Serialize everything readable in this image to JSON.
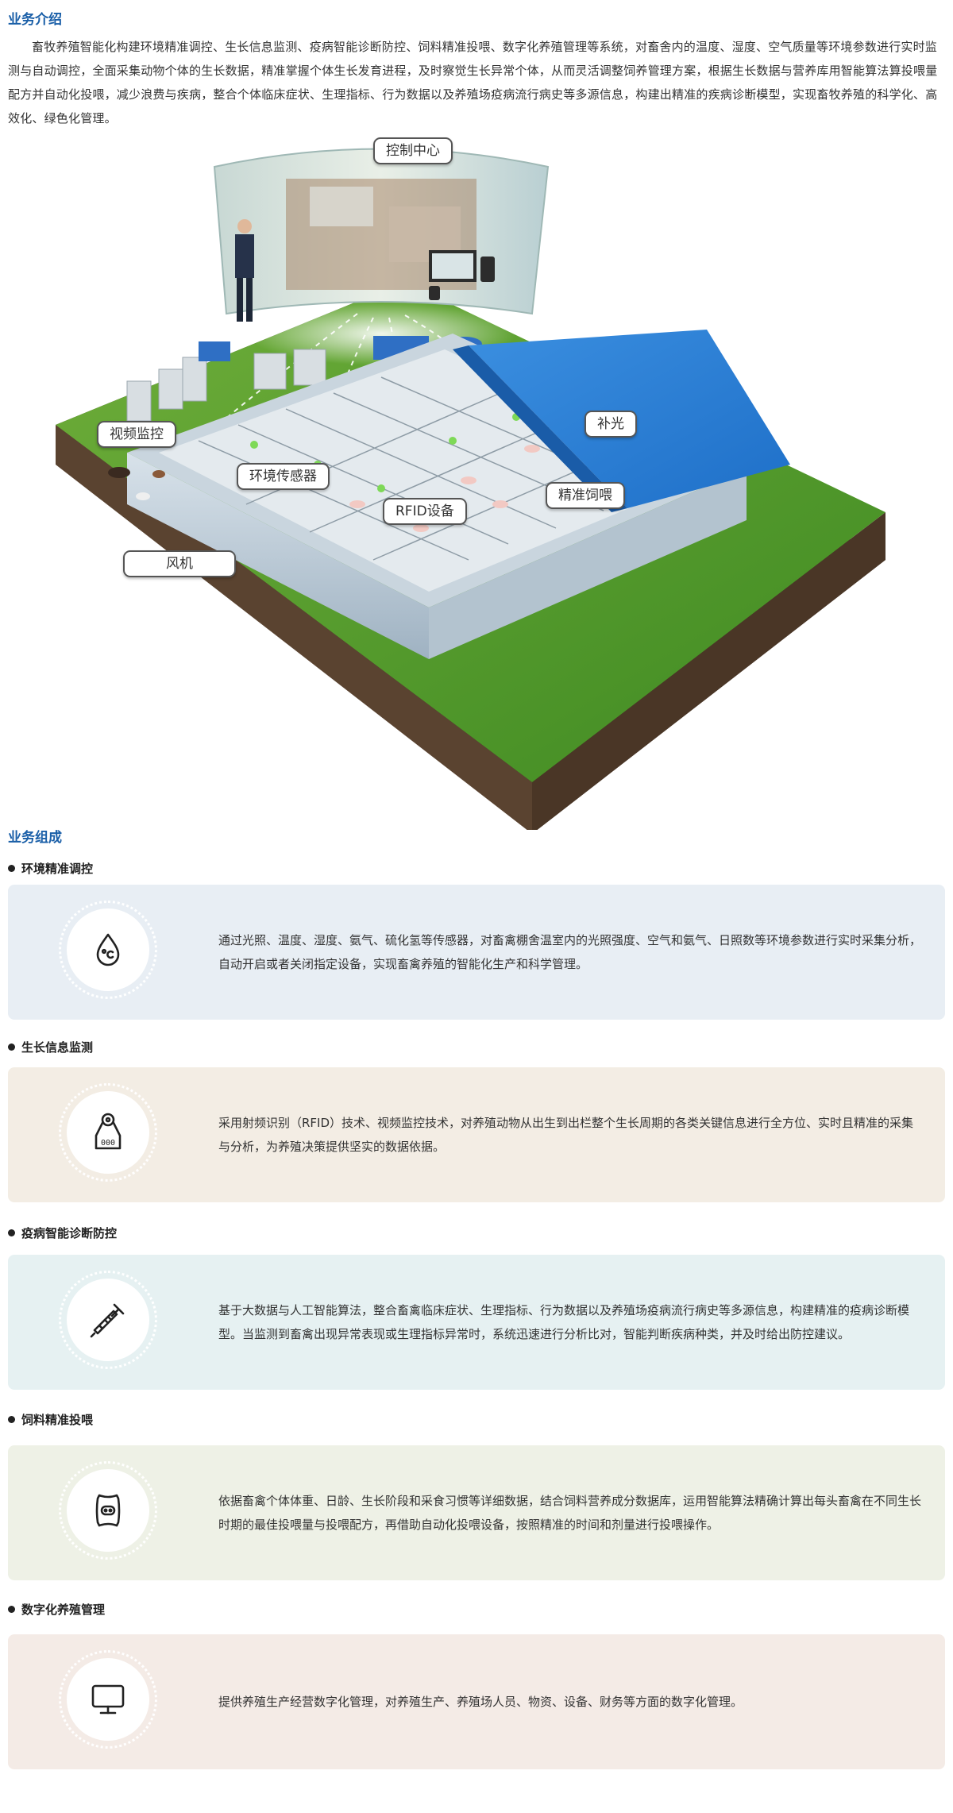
{
  "intro": {
    "title": "业务介绍",
    "text": "畜牧养殖智能化构建环境精准调控、生长信息监测、疫病智能诊断防控、饲料精准投喂、数字化养殖管理等系统，对畜舍内的温度、湿度、空气质量等环境参数进行实时监测与自动调控，全面采集动物个体的生长数据，精准掌握个体生长发育进程，及时察觉生长异常个体，从而灵活调整饲养管理方案，根据生长数据与营养库用智能算法算投喂量配方并自动化投喂，减少浪费与疾病，整合个体临床症状、生理指标、行为数据以及养殖场疫病流行病史等多源信息，构建出精准的疾病诊断模型，实现畜牧养殖的科学化、高效化、绿色化管理。"
  },
  "illustration": {
    "callouts": {
      "control_center": "控制中心",
      "video": "视频监控",
      "env_sensor": "环境传感器",
      "rfid": "RFID设备",
      "feeding": "精准饲喂",
      "light": "补光",
      "fan": "风机"
    }
  },
  "components": {
    "title": "业务组成",
    "items": [
      {
        "heading": "环境精准调控",
        "icon": "temperature-drop-icon",
        "bg": "#e8eef4",
        "text": "通过光照、温度、湿度、氨气、硫化氢等传感器，对畜禽棚舍温室内的光照强度、空气和氨气、日照数等环境参数进行实时采集分析，自动开启或者关闭指定设备，实现畜禽养殖的智能化生产和科学管理。"
      },
      {
        "heading": "生长信息监测",
        "icon": "ear-tag-icon",
        "bg": "#f3ede4",
        "text": "采用射频识别（RFID）技术、视频监控技术，对养殖动物从出生到出栏整个生长周期的各类关键信息进行全方位、实时且精准的采集与分析，为养殖决策提供坚实的数据依据。",
        "tag_text": "000"
      },
      {
        "heading": "疫病智能诊断防控",
        "icon": "syringe-icon",
        "bg": "#e6f1f2",
        "text": "基于大数据与人工智能算法，整合畜禽临床症状、生理指标、行为数据以及养殖场疫病流行病史等多源信息，构建精准的疫病诊断模型。当监测到畜禽出现异常表现或生理指标异常时，系统迅速进行分析比对，智能判断疾病种类，并及时给出防控建议。"
      },
      {
        "heading": "饲料精准投喂",
        "icon": "feed-bag-icon",
        "bg": "#eef1e6",
        "text": "依据畜禽个体体重、日龄、生长阶段和采食习惯等详细数据，结合饲料营养成分数据库，运用智能算法精确计算出每头畜禽在不同生长时期的最佳投喂量与投喂配方，再借助自动化投喂设备，按照精准的时间和剂量进行投喂操作。"
      },
      {
        "heading": "数字化养殖管理",
        "icon": "monitor-icon",
        "bg": "#f4ebe6",
        "text": "提供养殖生产经营数字化管理，对养殖生产、养殖场人员、物资、设备、财务等方面的数字化管理。"
      }
    ]
  }
}
